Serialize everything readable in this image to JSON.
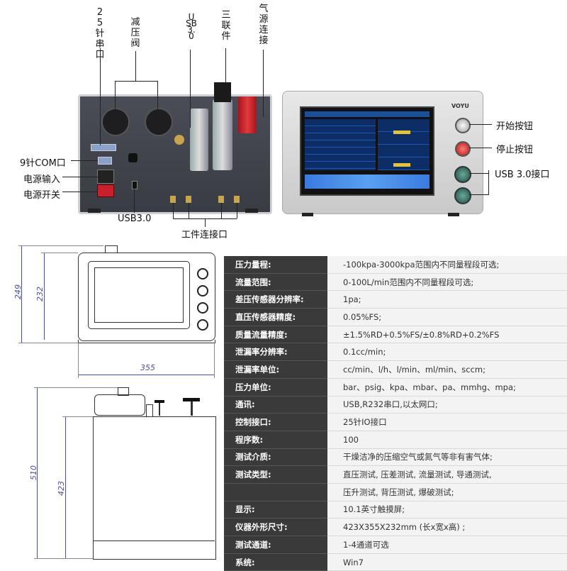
{
  "callouts": {
    "port25": "25针串口",
    "reducer": "减压阀",
    "usb30_top": "USB3.0",
    "triple": "三联件",
    "air_source": "气源连接",
    "com9": "9针COM口",
    "power_in": "电源输入",
    "power_switch": "电源开关",
    "usb30_bottom": "USB3.0",
    "work_ports": "工件连接口",
    "start_button": "开始按钮",
    "stop_button": "停止按钮",
    "usb_ports": "USB 3.0接口",
    "brand": "VOYU"
  },
  "dimensions": {
    "front_width": "355",
    "front_height_outer": "249",
    "front_height_inner": "232",
    "side_height_outer": "510",
    "side_height_inner": "423"
  },
  "specs": [
    {
      "k": "压力量程:",
      "v": "-100kpa-3000kpa范围内不同量程段可选;"
    },
    {
      "k": "流量范围:",
      "v": "0-100L/min范围内不同量程段可选;"
    },
    {
      "k": "差压传感器分辨率:",
      "v": "1pa;"
    },
    {
      "k": "直压传感器精度:",
      "v": "0.05%FS;"
    },
    {
      "k": "质量流量精度:",
      "v": "±1.5%RD+0.5%FS/±0.8%RD+0.2%FS"
    },
    {
      "k": "泄漏率分辨率:",
      "v": "0.1cc/min;"
    },
    {
      "k": "泄漏率单位:",
      "v": "cc/min、l/h、l/min、ml/min、sccm;"
    },
    {
      "k": "压力单位:",
      "v": "bar、psig、kpa、mbar、pa、mmhg、mpa;"
    },
    {
      "k": "通讯:",
      "v": "USB,R232串口,以太网口;"
    },
    {
      "k": "控制接口:",
      "v": "25针IO接口"
    },
    {
      "k": "程序数:",
      "v": "100"
    },
    {
      "k": "测试介质:",
      "v": "干燥洁净的压缩空气或氮气等非有害气体;"
    },
    {
      "k": "测试类型:",
      "v": "直压测试, 压差测试, 流量测试, 导通测试,"
    },
    {
      "k": "",
      "v": "压升测试, 背压测试, 爆破测试;"
    },
    {
      "k": "显示:",
      "v": "10.1英寸触摸屏;"
    },
    {
      "k": "仪器外形尺寸:",
      "v": "423X355X232mm (长x宽x高) ;"
    },
    {
      "k": "测试通道:",
      "v": "1-4通道可选"
    },
    {
      "k": "系统:",
      "v": "Win7"
    }
  ]
}
